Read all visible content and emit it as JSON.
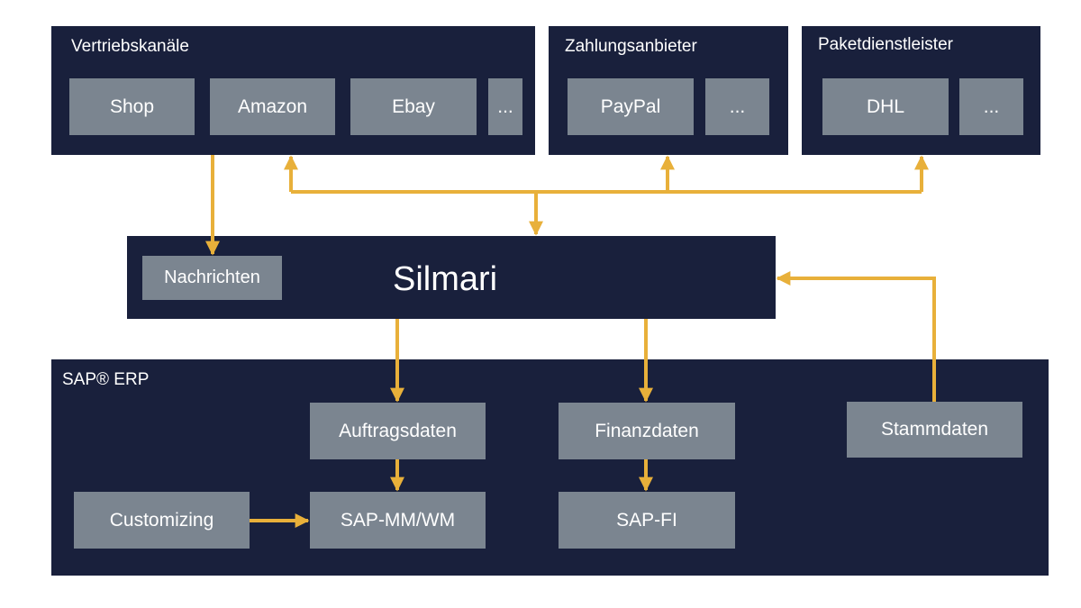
{
  "colors": {
    "panel": "#19203c",
    "box": "#7b8590",
    "arrow": "#e8b03a",
    "text": "#ffffff"
  },
  "sales_channels": {
    "title": "Vertriebskanäle",
    "items": [
      "Shop",
      "Amazon",
      "Ebay",
      "..."
    ]
  },
  "payment_providers": {
    "title": "Zahlungsanbieter",
    "items": [
      "PayPal",
      "..."
    ]
  },
  "parcel_services": {
    "title": "Paketdienstleister",
    "items": [
      "DHL",
      "..."
    ]
  },
  "silmari": {
    "title": "Silmari",
    "messages": "Nachrichten"
  },
  "erp": {
    "title": "SAP® ERP",
    "order_data": "Auftragsdaten",
    "finance_data": "Finanzdaten",
    "master_data": "Stammdaten",
    "customizing": "Customizing",
    "sap_mm_wm": "SAP-MM/WM",
    "sap_fi": "SAP-FI"
  }
}
